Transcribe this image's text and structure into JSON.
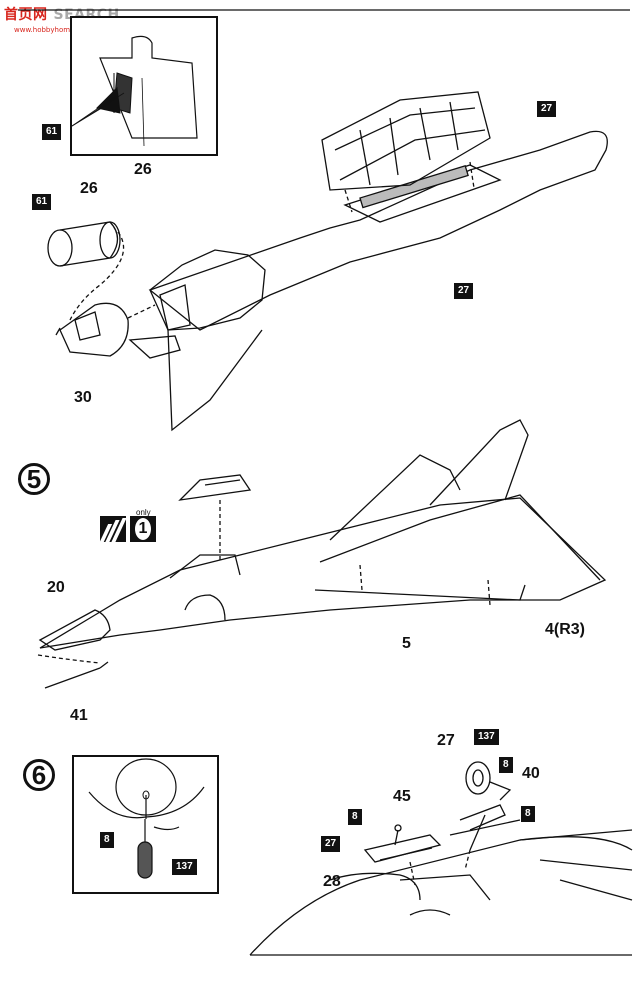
{
  "watermark": {
    "brand_cn": "首页网",
    "brand_en": "SEARCH",
    "url": "www.hobbyhome.com"
  },
  "steps": {
    "step5": "5",
    "step6": "6"
  },
  "inset_top": {
    "tag": "61",
    "label": "26"
  },
  "section_top": {
    "tag61": "61",
    "label26": "26",
    "label30": "30",
    "tag27_top": "27",
    "tag27_mid": "27"
  },
  "section5": {
    "label20": "20",
    "label41": "41",
    "label5": "5",
    "label4": "4(R3)",
    "only": "only",
    "logo_number": "1"
  },
  "section6_inset": {
    "tag8": "8",
    "tag137": "137"
  },
  "section6": {
    "label27": "27",
    "tag137": "137",
    "tag8_a": "8",
    "label40": "40",
    "tag8_b": "8",
    "label45": "45",
    "tag8_c": "8",
    "tag27": "27",
    "label28": "28"
  }
}
